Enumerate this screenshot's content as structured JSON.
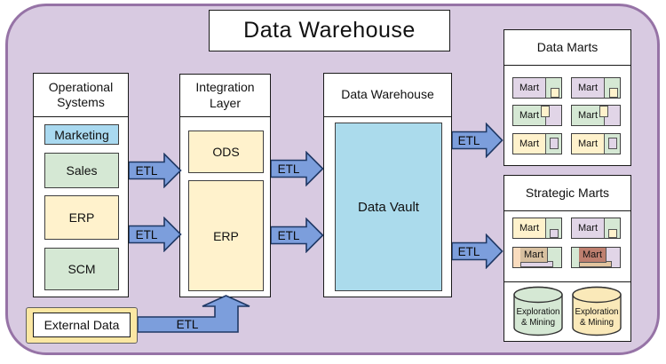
{
  "title": "Data Warehouse",
  "etl": {
    "labels": [
      "ETL",
      "ETL",
      "ETL",
      "ETL",
      "ETL",
      "ETL",
      "ETL"
    ]
  },
  "operational": {
    "header": "Operational Systems",
    "items": [
      {
        "label": "Marketing",
        "color": "#A9D9F0"
      },
      {
        "label": "Sales",
        "color": "#D5E8D4"
      },
      {
        "label": "ERP",
        "color": "#FFF2CC"
      },
      {
        "label": "SCM",
        "color": "#D5E8D4"
      }
    ]
  },
  "integration": {
    "header": "Integration Layer",
    "items": [
      {
        "label": "ODS",
        "color": "#FFF2CC"
      },
      {
        "label": "ERP",
        "color": "#FFF2CC"
      }
    ]
  },
  "warehouse": {
    "header": "Data Warehouse",
    "vault_label": "Data Vault",
    "vault_color": "#ABDBEC"
  },
  "data_marts": {
    "header": "Data Marts",
    "marts": [
      {
        "label": "Mart",
        "variant": "purple-green-yellow"
      },
      {
        "label": "Mart",
        "variant": "purple-green-yellow"
      },
      {
        "label": "Mart",
        "variant": "green-purple-yellow"
      },
      {
        "label": "Mart",
        "variant": "green-purple-yellow"
      },
      {
        "label": "Mart",
        "variant": "yellow-green-purple"
      },
      {
        "label": "Mart",
        "variant": "yellow-green-purple"
      }
    ]
  },
  "strategic_marts": {
    "header": "Strategic Marts",
    "marts": [
      {
        "label": "Mart",
        "variant": "yellow-green-purple"
      },
      {
        "label": "Mart",
        "variant": "purple-green-yellow"
      },
      {
        "label": "Mart",
        "variant": "peach-tan-green-purple"
      },
      {
        "label": "Mart",
        "variant": "green-red-purple-tan"
      }
    ],
    "cylinders": [
      {
        "label": "Exploration & Mining",
        "color": "#D5E8D4"
      },
      {
        "label": "Exploration & Mining",
        "color": "#FAE9B9"
      }
    ]
  },
  "external": {
    "label": "External Data"
  },
  "palette": {
    "background_lavender": "#D8CAE1",
    "frame_border_purple": "#9673A6",
    "arrow_blue": "#7C9EDC",
    "arrow_border": "#1F3864",
    "green": "#D5E8D4",
    "cream_yellow": "#FFF2CC",
    "light_blue": "#A9D9F0",
    "mart_purple": "#E1D5E7",
    "peach": "#FADCBE",
    "tan": "#D8C0A0",
    "red_brown": "#BE7F6F",
    "external_gold": "#FBE7A3"
  }
}
